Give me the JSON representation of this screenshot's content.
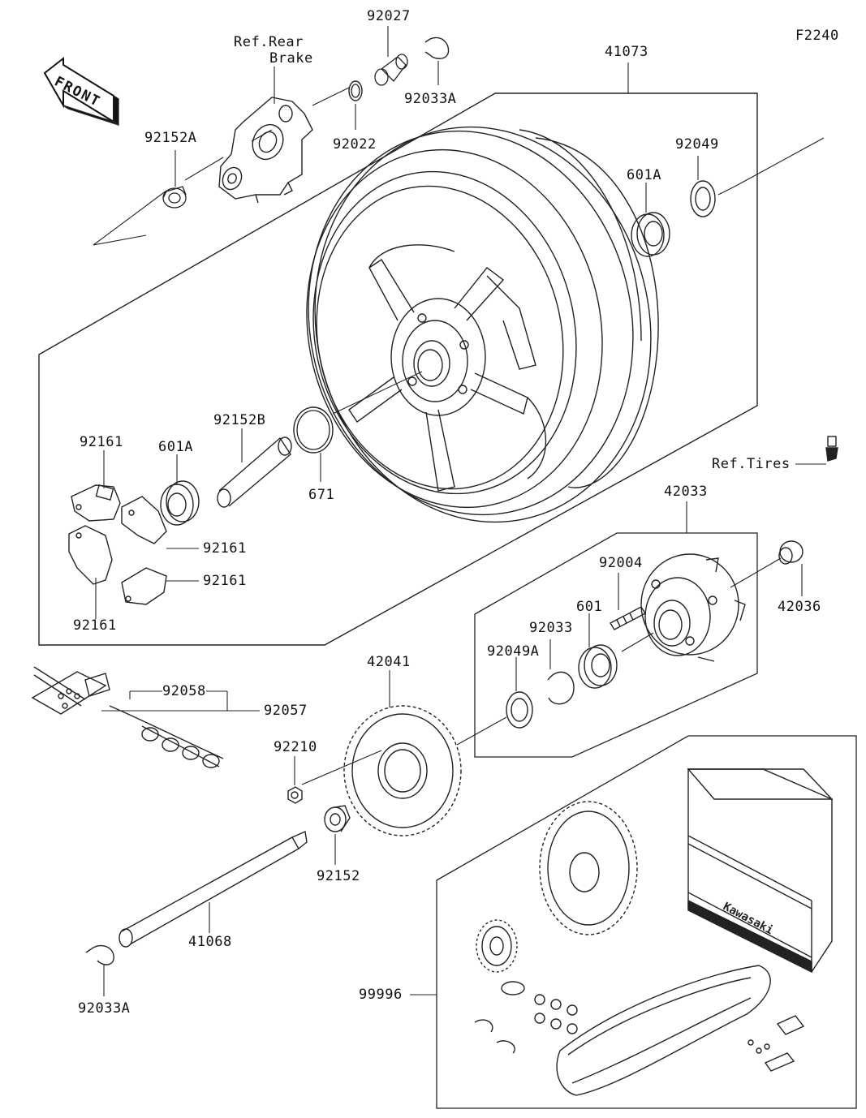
{
  "figure_code": "F2240",
  "front_marker": "FRONT",
  "brand": "Kawasaki",
  "labels": {
    "p92027": "92027",
    "ref_rear": "Ref.Rear",
    "brake": "Brake",
    "p41073": "41073",
    "p92033A_top": "92033A",
    "p92152A": "92152A",
    "p92022": "92022",
    "p92049": "92049",
    "p601A_top": "601A",
    "p92161_top": "92161",
    "p601A_mid": "601A",
    "p92152B": "92152B",
    "p671": "671",
    "ref_tires": "Ref.Tires",
    "p42033": "42033",
    "p92161_a": "92161",
    "p92161_b": "92161",
    "p92161_bottom": "92161",
    "p92004": "92004",
    "p601": "601",
    "p42036": "42036",
    "p92033": "92033",
    "p92049A": "92049A",
    "p42041": "42041",
    "p92058": "92058",
    "p92057": "92057",
    "p92210": "92210",
    "p92152": "92152",
    "p41068": "41068",
    "p92033A_bottom": "92033A",
    "p99996": "99996"
  }
}
